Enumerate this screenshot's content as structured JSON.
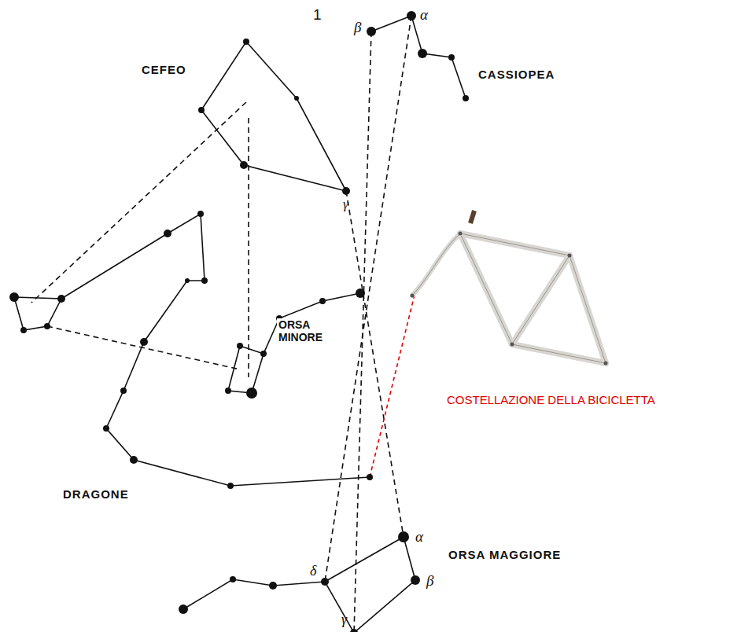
{
  "diagram": {
    "labels": [
      "1",
      "CEFEO",
      "CASSIOPEA",
      "ORSA MINORE",
      "DRAGONE",
      "ORSA MAGGIORE",
      "COSTELLAZIONE DELLA BICICLETTA",
      "β",
      "α",
      "γ",
      "α",
      "β",
      "δ",
      "γ"
    ]
  }
}
